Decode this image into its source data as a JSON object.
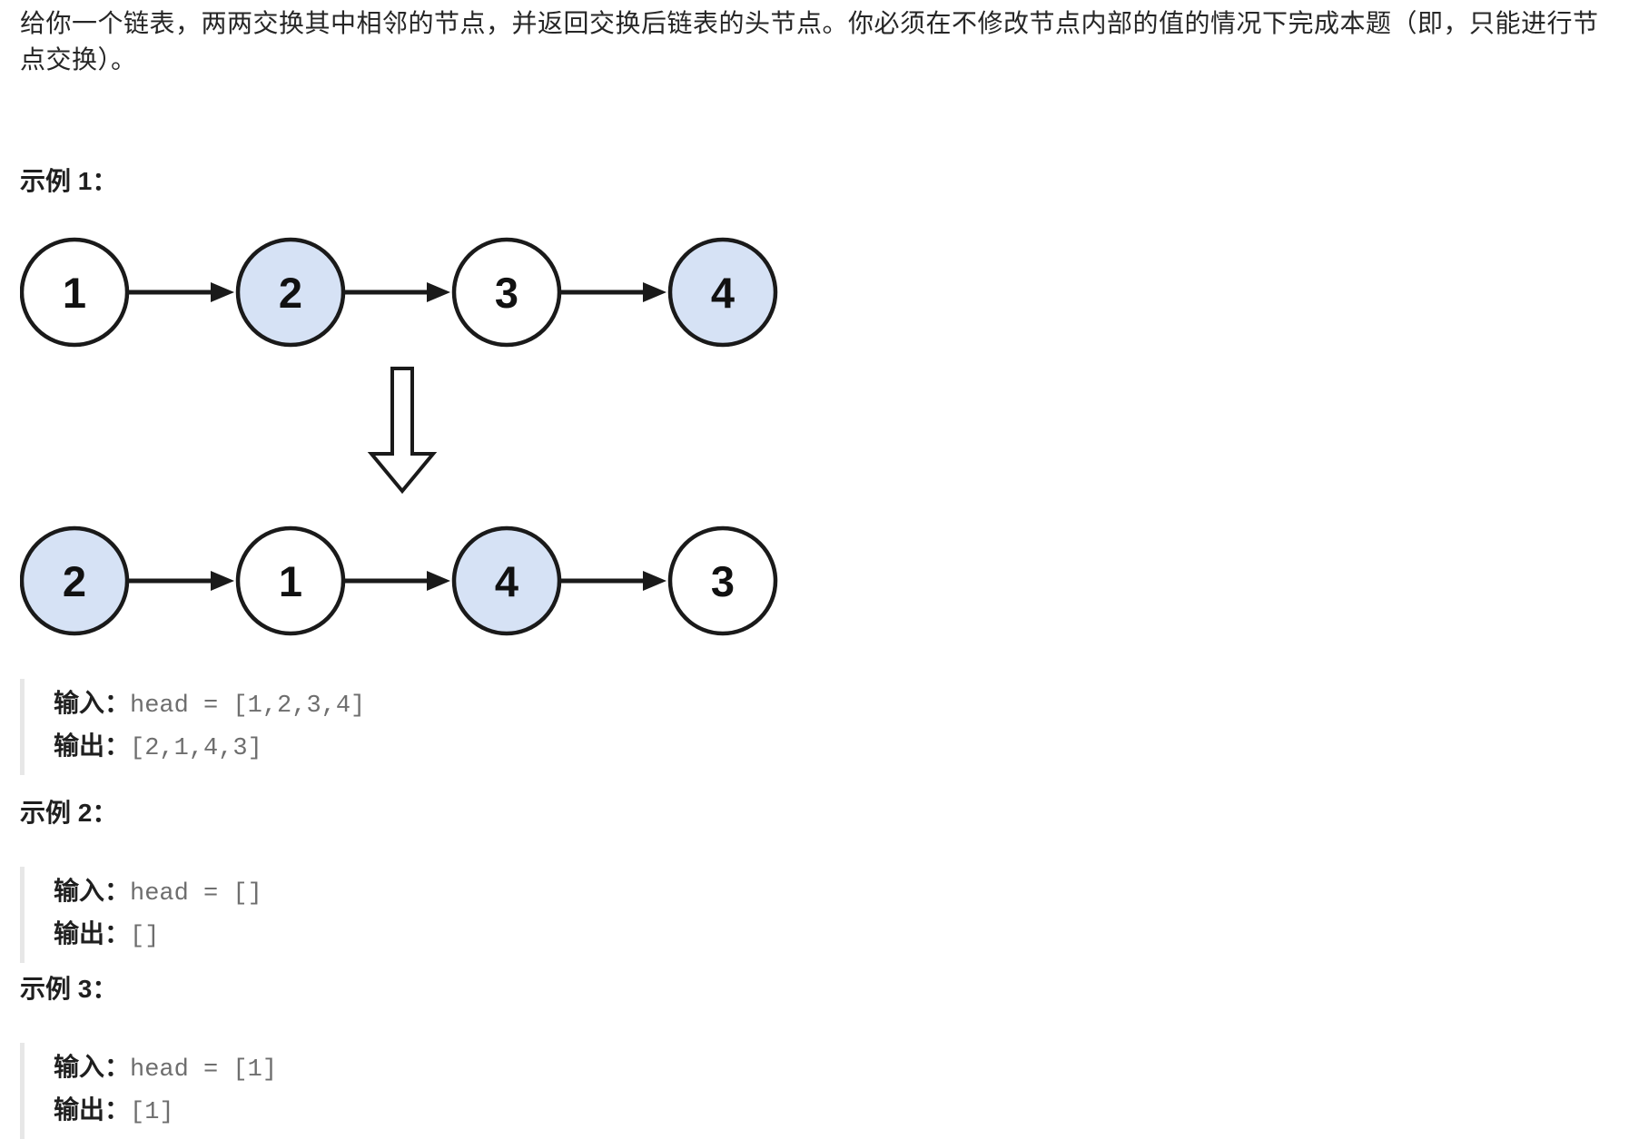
{
  "description": "给你一个链表，两两交换其中相邻的节点，并返回交换后链表的头节点。你必须在不修改节点内部的值的情况下完成本题（即，只能进行节点交换）。",
  "labels": {
    "input": "输入：",
    "output": "输出："
  },
  "colors": {
    "node_highlight": "#d6e2f5",
    "node_default": "#ffffff",
    "stroke": "#1a1a1a",
    "code_text": "#6e6e6e",
    "quote_bar": "#e7e7e7"
  },
  "diagram": {
    "transform_icon": "down-arrow",
    "before": {
      "nodes": [
        {
          "value": "1",
          "fill": "#ffffff"
        },
        {
          "value": "2",
          "fill": "#d6e2f5"
        },
        {
          "value": "3",
          "fill": "#ffffff"
        },
        {
          "value": "4",
          "fill": "#d6e2f5"
        }
      ]
    },
    "after": {
      "nodes": [
        {
          "value": "2",
          "fill": "#d6e2f5"
        },
        {
          "value": "1",
          "fill": "#ffffff"
        },
        {
          "value": "4",
          "fill": "#d6e2f5"
        },
        {
          "value": "3",
          "fill": "#ffffff"
        }
      ]
    }
  },
  "examples": [
    {
      "heading": "示例 1：",
      "input": "head = [1,2,3,4]",
      "output": "[2,1,4,3]"
    },
    {
      "heading": "示例 2：",
      "input": "head = []",
      "output": "[]"
    },
    {
      "heading": "示例 3：",
      "input": "head = [1]",
      "output": "[1]"
    }
  ]
}
